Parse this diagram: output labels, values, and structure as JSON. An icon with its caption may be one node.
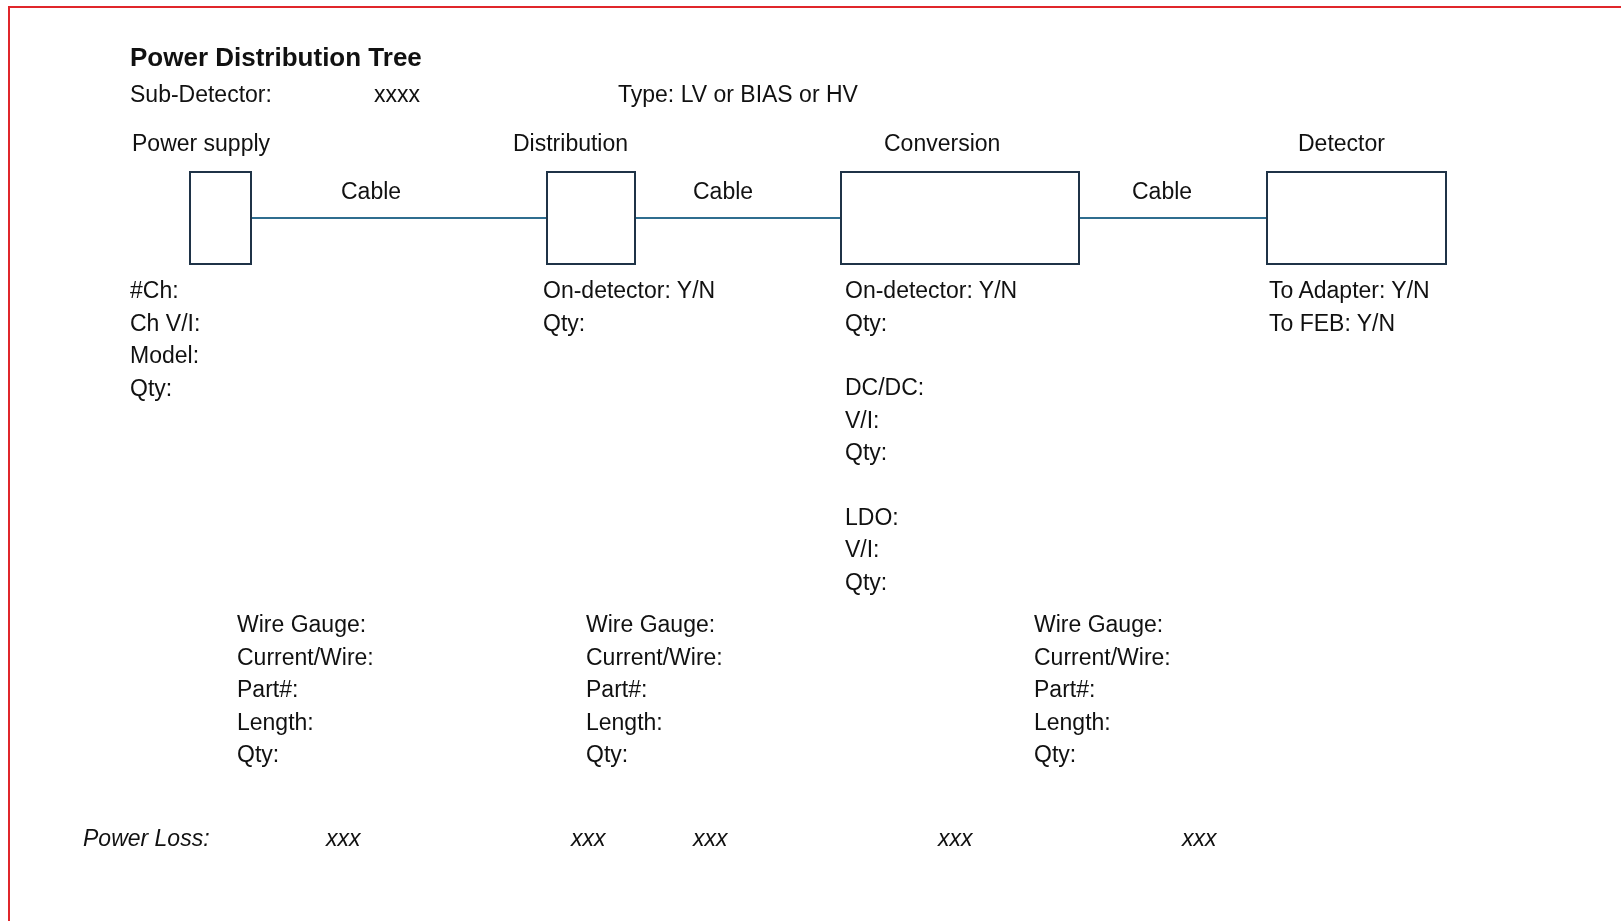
{
  "diagram": {
    "title": "Power Distribution Tree",
    "nodes": [
      {
        "text": [
          "Power supply"
        ],
        "beside": [
          "#Ch:",
          "Ch V/I:",
          "Model:",
          "Qty:"
        ]
      },
      {
        "text": [
          "Distribution"
        ],
        "beside": [
          "On-detector: Y/N",
          "Qty:"
        ]
      },
      {
        "text": [
          "Conversion"
        ],
        "beside": [
          "On-detector: Y/N",
          "Qty:",
          "DC/DC:",
          "V/I:",
          "Qty:",
          "LDO:",
          "V/I:",
          "Qty:"
        ]
      },
      {
        "text": [
          "Detector"
        ],
        "beside": [
          "To Adapter: Y/N",
          "To FEB: Y/N"
        ]
      }
    ],
    "edges": [
      {
        "from": 0,
        "to": 1,
        "arrow": "none",
        "label": "Cable"
      },
      {
        "from": 1,
        "to": 2,
        "arrow": "none",
        "label": "Cable"
      },
      {
        "from": 2,
        "to": 3,
        "arrow": "none",
        "label": "Cable"
      }
    ],
    "labels": [
      "Sub-Detector:",
      "xxxx",
      "Type: LV or BIAS or HV",
      "Wire Gauge:",
      "Current/Wire:",
      "Part#:",
      "Length:",
      "Qty:",
      "Wire Gauge:",
      "Current/Wire:",
      "Part#:",
      "Length:",
      "Qty:",
      "Wire Gauge:",
      "Current/Wire:",
      "Part#:",
      "Length:",
      "Qty:",
      "Power Loss:",
      "xxx",
      "xxx",
      "xxx",
      "xxx",
      "xxx"
    ]
  }
}
